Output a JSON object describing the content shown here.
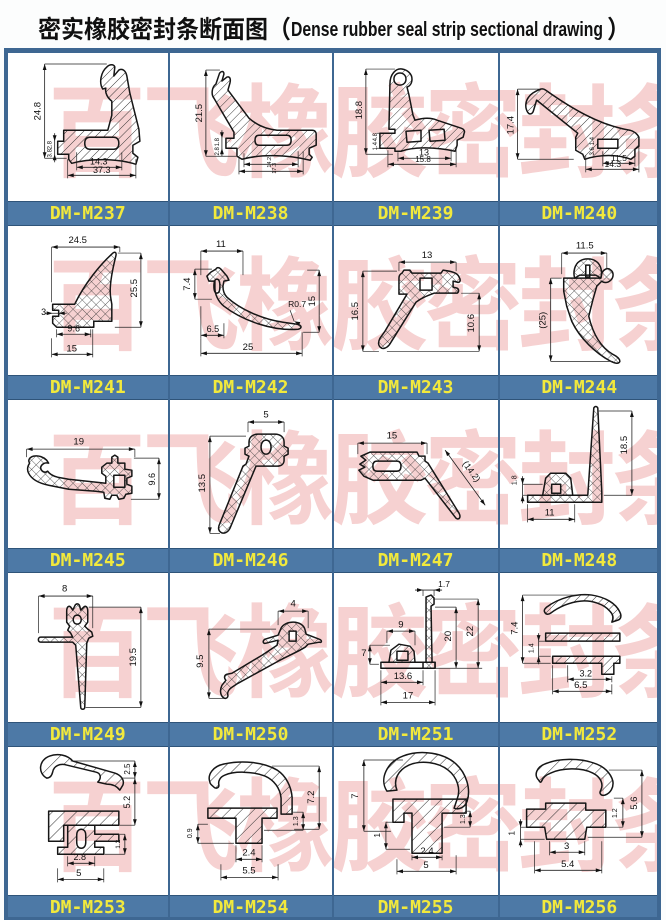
{
  "title": "密实橡胶密封条断面图（Dense rubber seal strip sectional drawing）",
  "title_latin": "Dense rubber seal strip sectional drawing",
  "watermark": "百飞橡胶密封条",
  "colors": {
    "grid_border": "#3E6792",
    "label_bar": "#4D79A6",
    "label_text": "#F2E93C",
    "watermark_red": "#DC5454",
    "line_ink": "#1a1a1a"
  },
  "cells": [
    {
      "label": "DM-M237",
      "dims": [
        "24.8",
        "14.3",
        "37.3",
        "2.8",
        "3.8"
      ]
    },
    {
      "label": "DM-M238",
      "dims": [
        "21.5",
        "14.2",
        "17.3",
        "1.8",
        "2.8"
      ]
    },
    {
      "label": "DM-M239",
      "dims": [
        "18.8",
        "13",
        "15.8",
        "4.8",
        "1.4"
      ]
    },
    {
      "label": "DM-M240",
      "dims": [
        "17.4",
        "11.5",
        "14.3",
        "1.4",
        "3.6"
      ]
    },
    {
      "label": "DM-M241",
      "dims": [
        "24.5",
        "25.5",
        "3",
        "9.6",
        "15"
      ]
    },
    {
      "label": "DM-M242",
      "dims": [
        "11",
        "7.4",
        "15",
        "R0.7",
        "6.5",
        "25"
      ]
    },
    {
      "label": "DM-M243",
      "dims": [
        "13",
        "16.5",
        "10.6"
      ]
    },
    {
      "label": "DM-M244",
      "dims": [
        "11.5",
        "(25)"
      ]
    },
    {
      "label": "DM-M245",
      "dims": [
        "19",
        "9.6"
      ]
    },
    {
      "label": "DM-M246",
      "dims": [
        "5",
        "13.5"
      ]
    },
    {
      "label": "DM-M247",
      "dims": [
        "15",
        "(14.2)"
      ]
    },
    {
      "label": "DM-M248",
      "dims": [
        "18.5",
        "1.8",
        "11"
      ]
    },
    {
      "label": "DM-M249",
      "dims": [
        "8",
        "19.5"
      ]
    },
    {
      "label": "DM-M250",
      "dims": [
        "4",
        "9.5"
      ]
    },
    {
      "label": "DM-M251",
      "dims": [
        "1.7",
        "20",
        "22",
        "9",
        "7",
        "13.6",
        "17"
      ]
    },
    {
      "label": "DM-M252",
      "dims": [
        "7.4",
        "1.4",
        "3.2",
        "6.5"
      ]
    },
    {
      "label": "DM-M253",
      "dims": [
        "2.5",
        "5.2",
        "1.2",
        "2.8",
        "5"
      ]
    },
    {
      "label": "DM-M254",
      "dims": [
        "7.2",
        "1.3",
        "0.9",
        "2.4",
        "5.5"
      ]
    },
    {
      "label": "DM-M255",
      "dims": [
        "7",
        "1",
        "1.3",
        "2.4",
        "5"
      ]
    },
    {
      "label": "DM-M256",
      "dims": [
        "5.6",
        "1.2",
        "1",
        "3",
        "5.4"
      ]
    }
  ]
}
